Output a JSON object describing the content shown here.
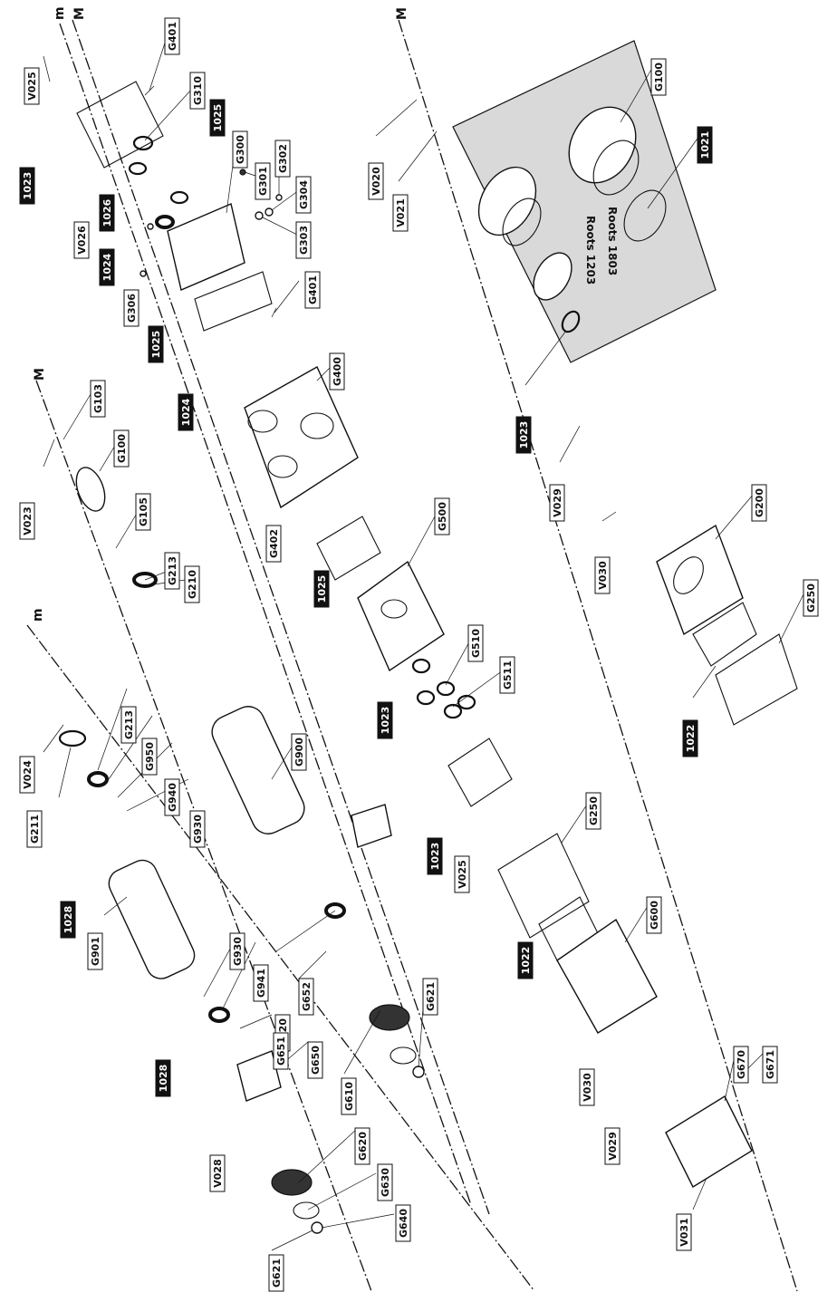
{
  "axis_labels": {
    "big": "M",
    "small": "m"
  },
  "inset": {
    "label1": "Roots 1203",
    "label2": "Roots 1803"
  },
  "labels": {
    "V025_top": "V025",
    "G401_top": "G401",
    "G310": "G310",
    "D1_top": "1025",
    "G300": "G300",
    "G301": "G301",
    "G302": "G302",
    "G304": "G304",
    "G303": "G303",
    "D_1023_a": "1023",
    "V026": "V026",
    "D_1026": "1026",
    "D_1024": "1024",
    "G401_mid": "G401",
    "G306": "G306",
    "D_1025_a": "1025",
    "D_1024_b": "1024",
    "G400": "G400",
    "G103": "G103",
    "G100_left": "G100",
    "V023": "V023",
    "G105": "G105",
    "G213_a": "G213",
    "G210": "G210",
    "G402": "G402",
    "D_1025_b": "1025",
    "G500": "G500",
    "G510": "G510",
    "G511": "G511",
    "D_1023_b": "1023",
    "V024": "V024",
    "G211": "G211",
    "G213_b": "G213",
    "G950": "G950",
    "G940": "G940",
    "G930_a": "G930",
    "D_1028_a": "1028",
    "G900": "G900",
    "G901": "G901",
    "G930_b": "G930",
    "G941": "G941",
    "G920": "G920",
    "G652": "G652",
    "G651": "G651",
    "G650": "G650",
    "D_1028_b": "1028",
    "V028": "V028",
    "G610": "G610",
    "G620": "G620",
    "G630": "G630",
    "G640": "G640",
    "G621_left": "G621",
    "G621_right": "G621",
    "D_1023_c": "1023",
    "V025_low": "V025",
    "G250_mid": "G250",
    "D_1022_a": "1022",
    "G600": "G600",
    "V030_low": "V030",
    "V029_low": "V029",
    "G670": "G670",
    "G671": "G671",
    "V031": "V031",
    "V020": "V020",
    "V021": "V021",
    "G100_right": "G100",
    "D_1021": "1021",
    "D_1023_d": "1023",
    "V029_up": "V029",
    "V030_up": "V030",
    "G200": "G200",
    "G250_right": "G250",
    "D_1022_b": "1022"
  }
}
